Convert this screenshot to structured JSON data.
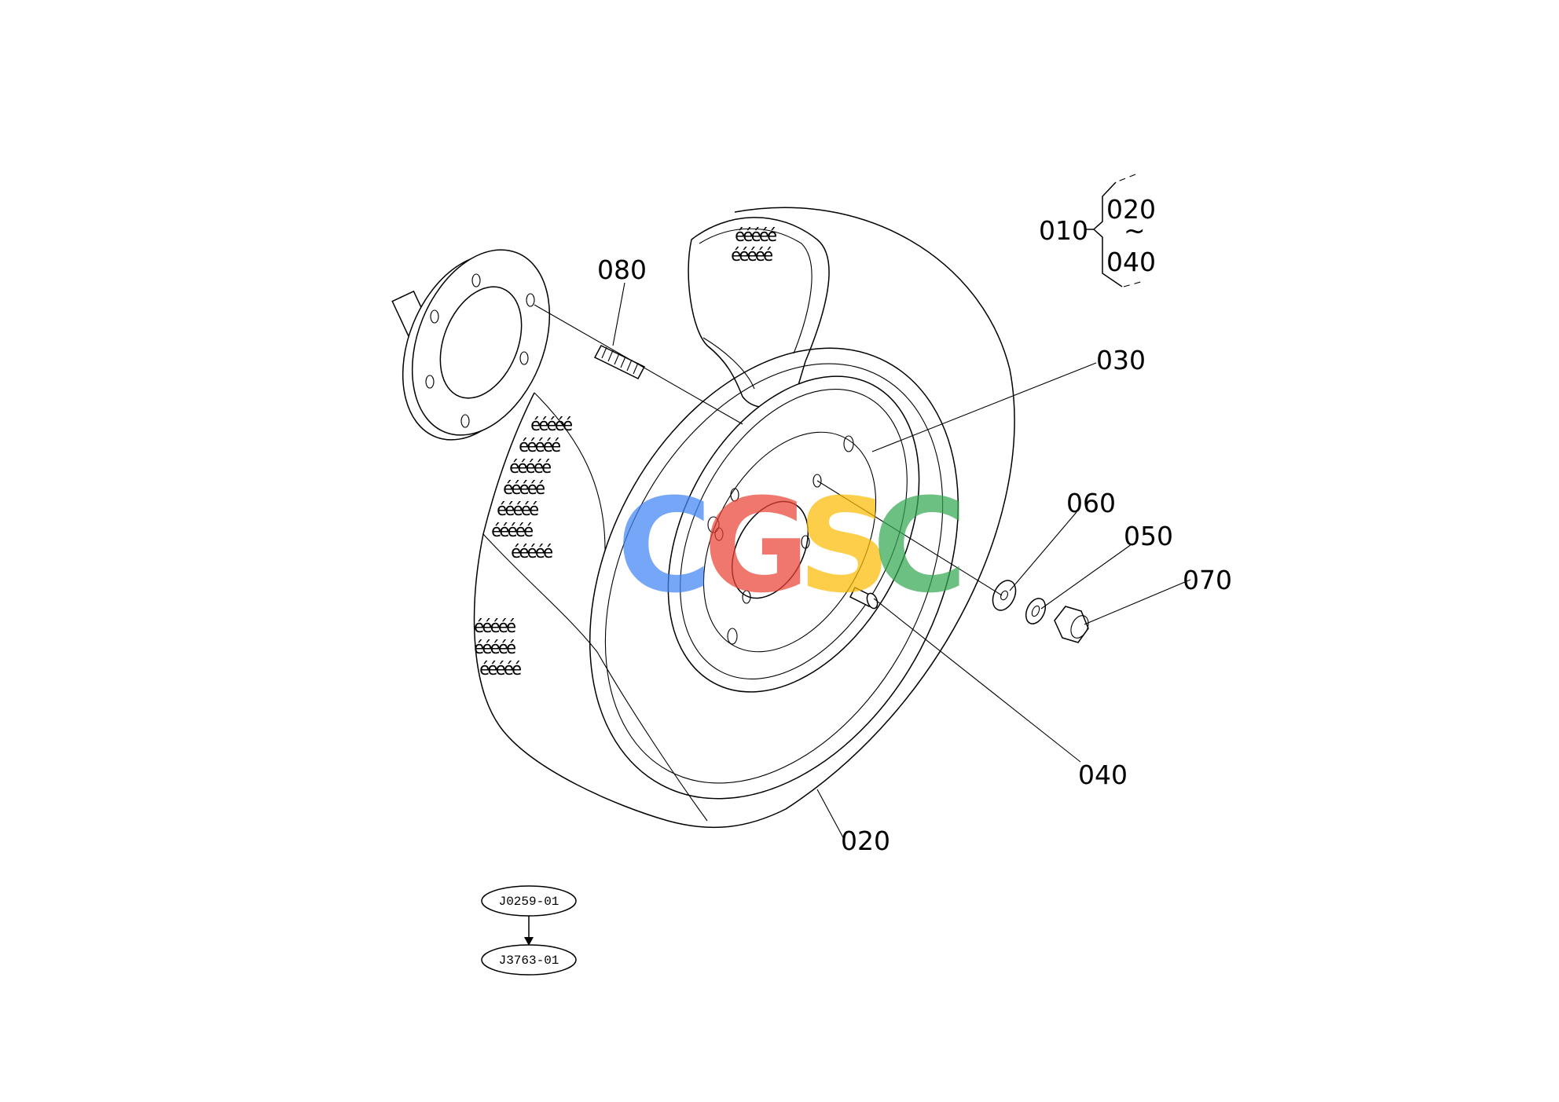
{
  "callouts": {
    "c010": "010",
    "c020": "020",
    "c020_bracket": "020",
    "c030": "030",
    "c040": "040",
    "c040_bracket": "040",
    "c050": "050",
    "c060": "060",
    "c070": "070",
    "c080": "080",
    "range_sep": "~"
  },
  "refs": {
    "prev_code": "J0259-01",
    "current_code": "J3763-01"
  },
  "watermark": {
    "text": "CGSC",
    "letters": [
      "C",
      "G",
      "S",
      "C"
    ],
    "colors": [
      "#4285F4",
      "#EA4335",
      "#FBBC05",
      "#34A853"
    ]
  },
  "tread_glyph": "ééééé"
}
